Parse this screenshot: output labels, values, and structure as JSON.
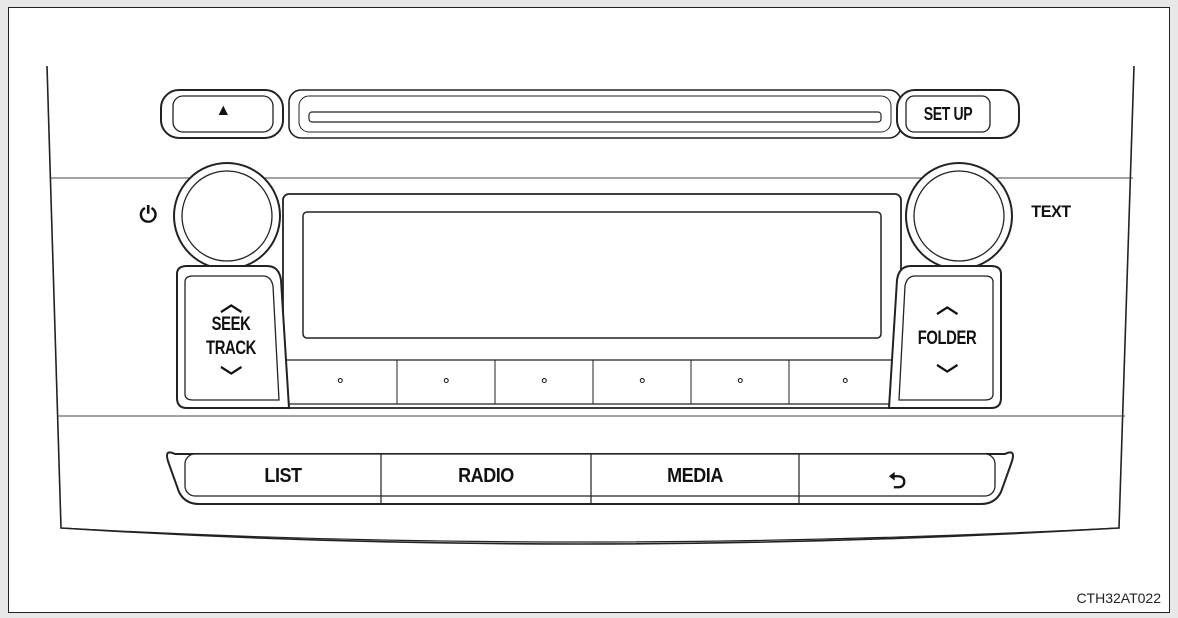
{
  "buttons": {
    "eject_glyph": "▲",
    "setup_label": "SET UP",
    "power_glyph": "⏻",
    "text_label": "TEXT",
    "seek_line1": "SEEK",
    "seek_line2": "TRACK",
    "folder_label": "FOLDER",
    "up_glyph": "︿",
    "down_glyph": "﹀",
    "list_label": "LIST",
    "radio_label": "RADIO",
    "media_label": "MEDIA",
    "back_glyph": "⮌",
    "preset_dot": "∘"
  },
  "figure_code": "CTH32AT022",
  "icons": {
    "eject": "eject-icon",
    "power": "power-icon",
    "back": "back-arrow-icon",
    "up": "chevron-up-icon",
    "down": "chevron-down-icon"
  }
}
